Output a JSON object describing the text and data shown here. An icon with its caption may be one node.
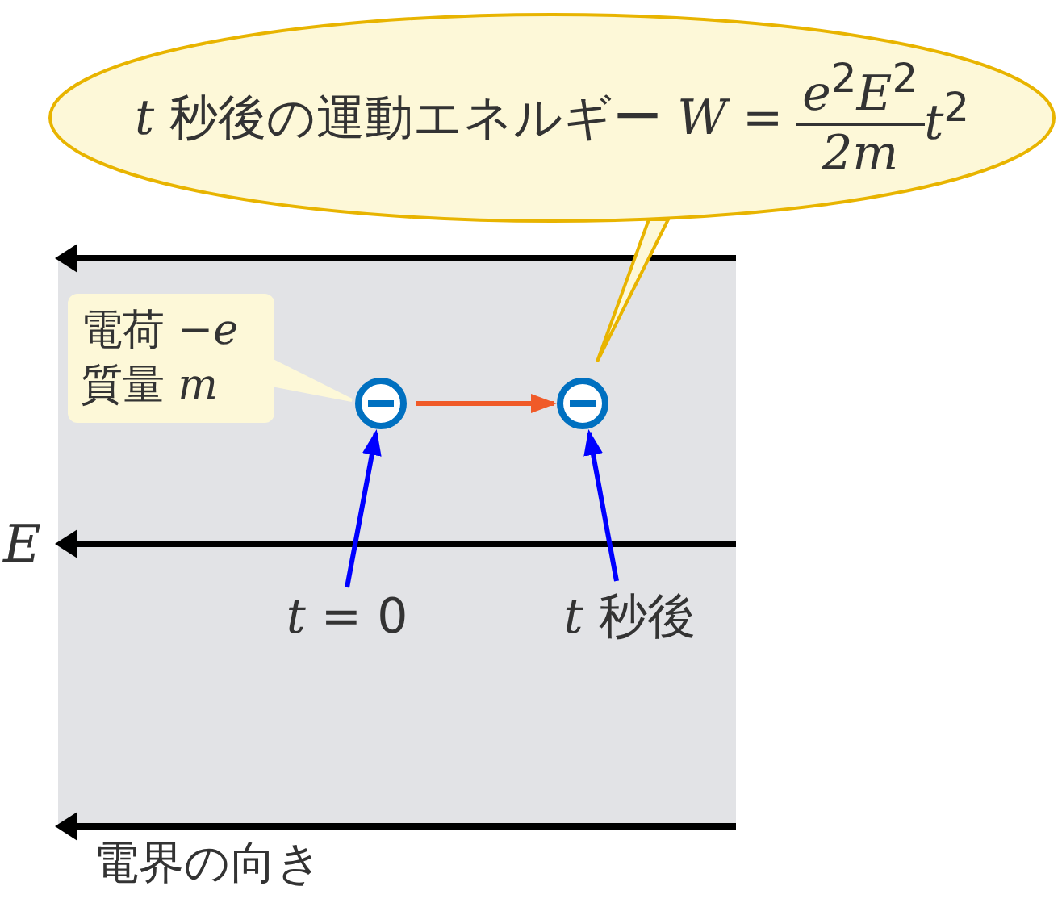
{
  "diagram": {
    "nodes": [
      {
        "text": [
          "*t* 秒後の運動エネルギー *W* =",
          "*e*$^{2}$*E*$^{2}$",
          "2m",
          "*t*$^{2}$"
        ]
      },
      {
        "text": [
          "電荷 −*e*",
          "質量 *m*"
        ]
      },
      {
        "text": [],
        "shape": "circle"
      },
      {
        "text": [],
        "shape": "circle"
      },
      {
        "text": [
          "*t* = 0"
        ]
      },
      {
        "text": [
          "*t* 秒後"
        ]
      }
    ],
    "edges": [
      {
        "from": 0,
        "to": 3,
        "arrow": "none",
        "color": "#e8b400"
      },
      {
        "from": 1,
        "to": 2,
        "arrow": "none",
        "color": "#fdf8d8"
      },
      {
        "from": 2,
        "to": 3,
        "arrow": "to",
        "color": "#f05a28"
      },
      {
        "from": 4,
        "to": 2,
        "arrow": "to",
        "color": "#0000ff"
      },
      {
        "from": 5,
        "to": 3,
        "arrow": "to",
        "color": "#0000ff"
      }
    ],
    "labels": [
      "E",
      "電界の向き"
    ]
  }
}
